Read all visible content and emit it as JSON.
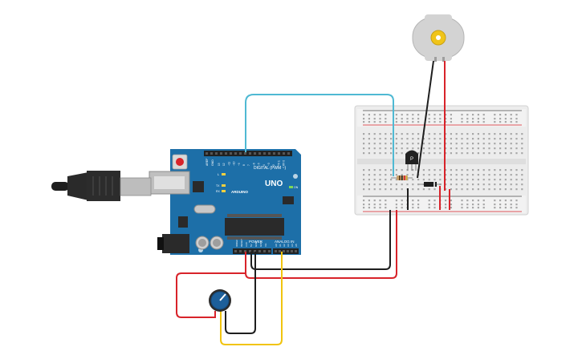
{
  "arduino": {
    "brand": "ARDUINO",
    "model": "UNO",
    "digital_header": "DIGITAL (PWM ~)",
    "power_header": "POWER",
    "analog_header": "ANALOG IN",
    "led_l": "L",
    "led_tx": "TX",
    "led_rx": "RX",
    "led_on": "ON",
    "aref": "AREF",
    "gnd_top": "GND",
    "digital_pins": [
      "13",
      "12",
      "~11",
      "~10",
      "~9",
      "8",
      "7",
      "~6",
      "~5",
      "4",
      "~3",
      "2",
      "TX 1",
      "RX 0"
    ],
    "power_pins": [
      "IOREF",
      "RESET",
      "3.3V",
      "5V",
      "GND",
      "GND",
      "Vin"
    ],
    "analog_pins": [
      "A0",
      "A1",
      "A2",
      "A3",
      "A4",
      "A5"
    ]
  },
  "transistor": {
    "label": "P"
  },
  "colors": {
    "pcb": "#1d6fa8",
    "wire_red": "#d8232a",
    "wire_black": "#1e1e1e",
    "wire_cyan": "#4fb9d3",
    "wire_yellow": "#f1c40f",
    "breadboard": "#ececec"
  },
  "icons": {
    "usb": "usb-cable-icon",
    "motor": "dc-motor-icon",
    "potentiometer": "potentiometer-icon"
  }
}
